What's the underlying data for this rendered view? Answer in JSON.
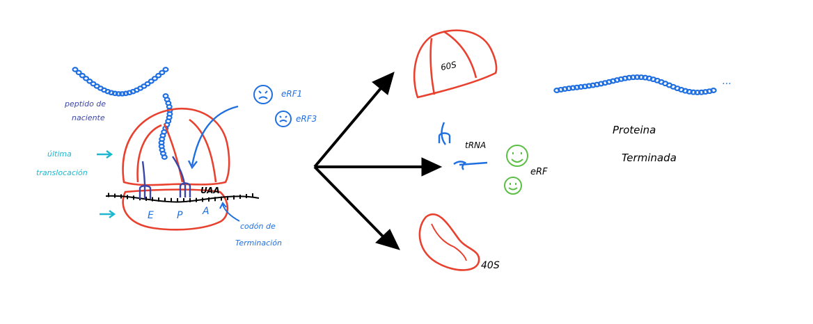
{
  "labels": {
    "peptido_line1": "peptido de",
    "peptido_line2": "naciente",
    "ultima_line1": "última",
    "ultima_line2": "translocación",
    "codon_stop": "UAA",
    "site_e": "E",
    "site_p": "P",
    "site_a": "A",
    "codon_line1": "codón de",
    "codon_line2": "Terminación",
    "erf1": "eRF1",
    "erf3": "eRF3",
    "sub60": "60S",
    "trna": "tRNA",
    "erf": "eRF",
    "sub40": "40S",
    "proteina_line1": "Proteina",
    "proteina_line2": "Terminada",
    "dots": "···"
  },
  "colors": {
    "ribosome": "#e8412f",
    "peptide": "#1f6fe0",
    "trna_dark": "#3a45a8",
    "factor_blue": "#1f6fe0",
    "factor_green": "#5cbf45",
    "cyan": "#1bb8d0",
    "arrow": "#000000",
    "mrna": "#000000"
  }
}
